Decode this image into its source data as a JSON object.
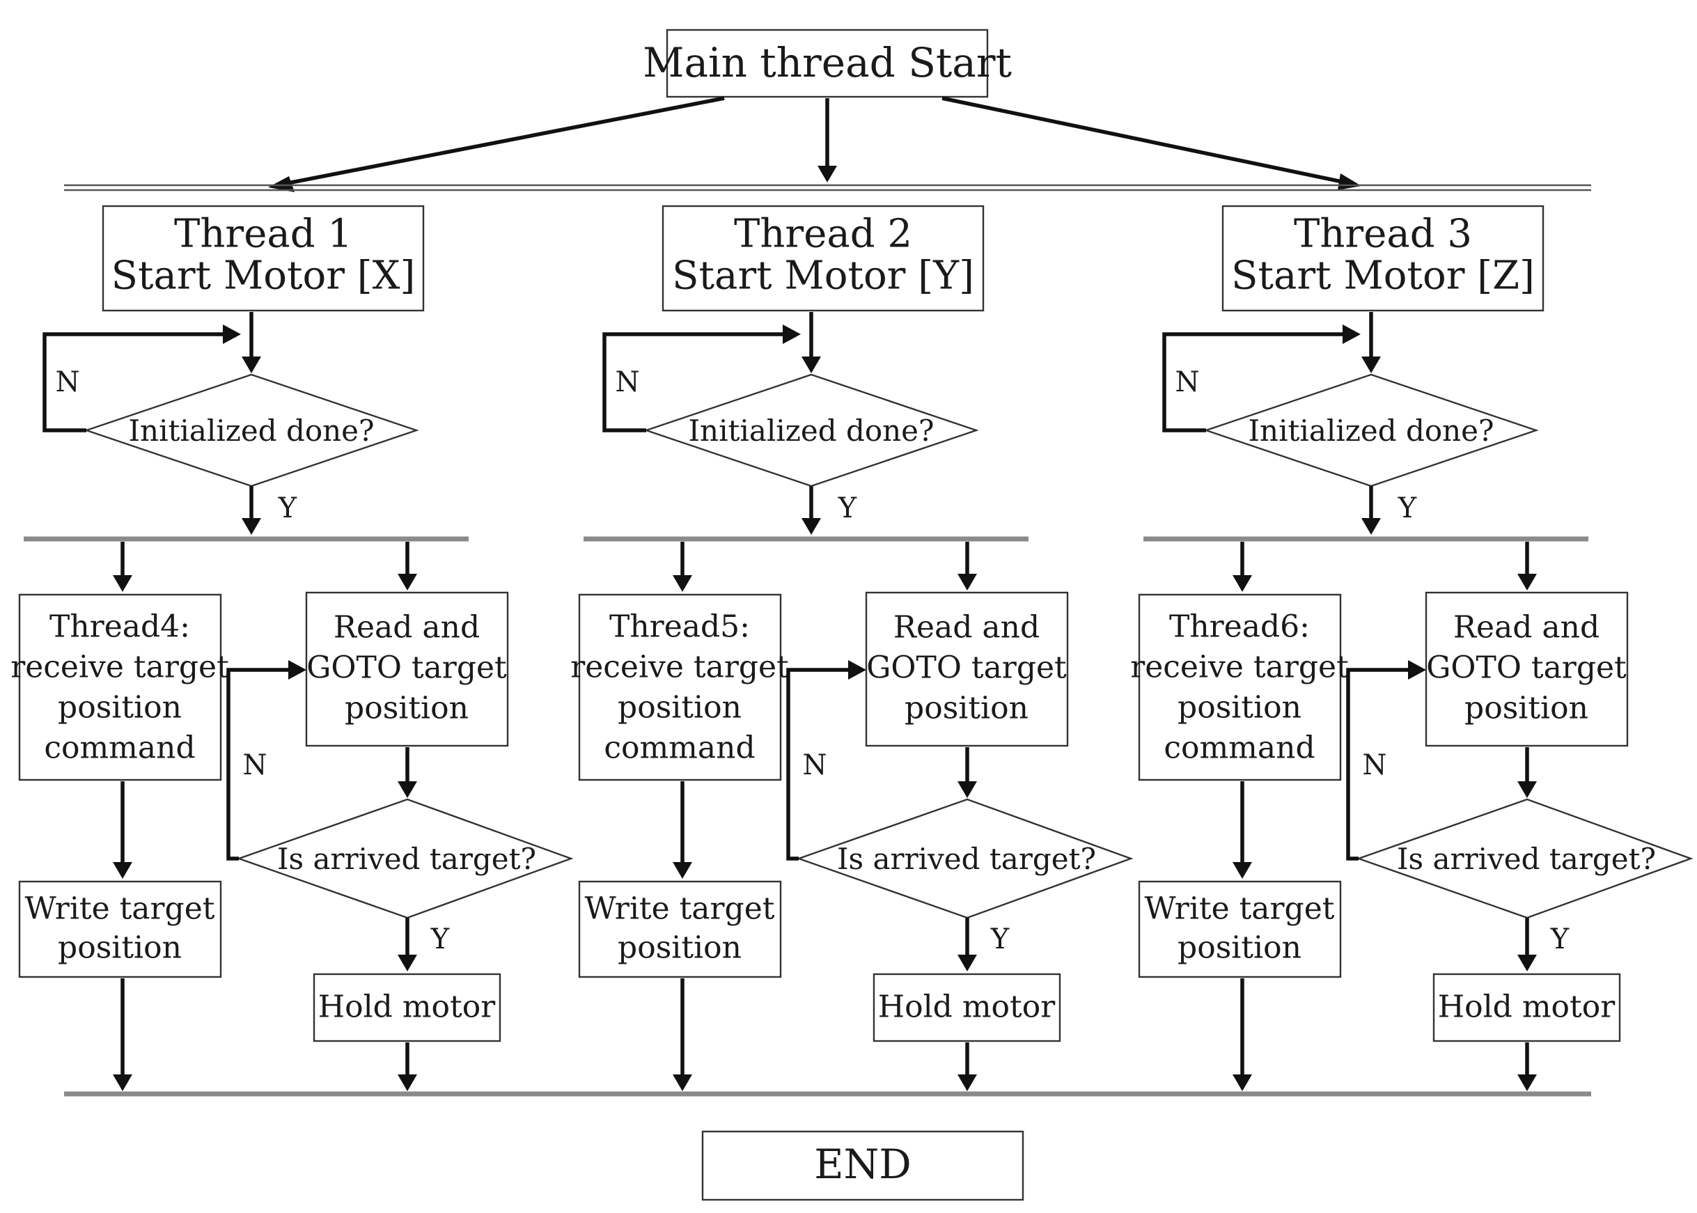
{
  "main_start": "Main thread Start",
  "end": "END",
  "columns": [
    {
      "thread": "Thread 1",
      "start_motor": "Start Motor [X]",
      "init_question": "Initialized done?",
      "receive_lines": [
        "Thread4:",
        "receive target",
        "position",
        "command"
      ],
      "write_lines": [
        "Write target",
        "position"
      ],
      "read_lines": [
        "Read and",
        "GOTO target",
        "position"
      ],
      "arrived_question": "Is arrived target?",
      "hold": "Hold motor",
      "no_label": "N",
      "yes_label": "Y"
    },
    {
      "thread": "Thread 2",
      "start_motor": "Start Motor [Y]",
      "init_question": "Initialized done?",
      "receive_lines": [
        "Thread5:",
        "receive target",
        "position",
        "command"
      ],
      "write_lines": [
        "Write target",
        "position"
      ],
      "read_lines": [
        "Read and",
        "GOTO target",
        "position"
      ],
      "arrived_question": "Is arrived target?",
      "hold": "Hold motor",
      "no_label": "N",
      "yes_label": "Y"
    },
    {
      "thread": "Thread 3",
      "start_motor": "Start Motor [Z]",
      "init_question": "Initialized done?",
      "receive_lines": [
        "Thread6:",
        "receive target",
        "position",
        "command"
      ],
      "write_lines": [
        "Write target",
        "position"
      ],
      "read_lines": [
        "Read and",
        "GOTO target",
        "position"
      ],
      "arrived_question": "Is arrived target?",
      "hold": "Hold motor",
      "no_label": "N",
      "yes_label": "Y"
    }
  ]
}
